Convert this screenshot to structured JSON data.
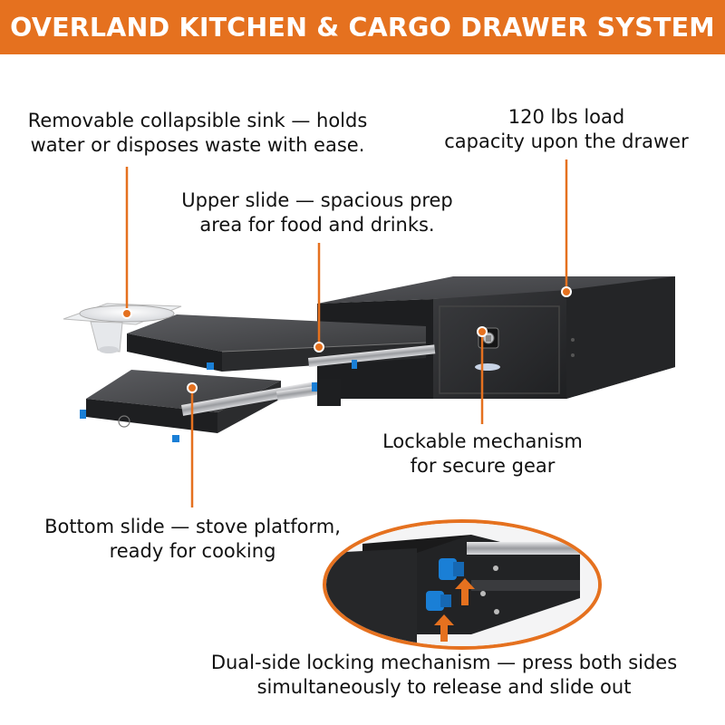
{
  "header": {
    "title": "OVERLAND KITCHEN & CARGO DRAWER SYSTEM"
  },
  "callouts": {
    "sink": {
      "line1": "Removable collapsible sink — holds",
      "line2": "water or disposes waste with ease."
    },
    "load": {
      "line1": "120 lbs load",
      "line2": "capacity upon the drawer"
    },
    "upper_slide": {
      "line1": "Upper slide — spacious prep",
      "line2": "area for food and drinks."
    },
    "lock": {
      "line1": "Lockable mechanism",
      "line2": "for secure gear"
    },
    "bottom_slide": {
      "line1": "Bottom slide — stove platform,",
      "line2": "ready for cooking"
    },
    "dual_lock": {
      "line1": "Dual-side locking mechanism — press both sides",
      "line2": "simultaneously to release and slide out"
    }
  },
  "colors": {
    "accent": "#e5711f",
    "drawer_body": "#2b2c2e",
    "slide_top": "#4a4b4e",
    "lock_blue": "#1a7fd6"
  },
  "icons": {
    "callout_dot": "orange-dot",
    "callout_arrow": "orange-up-arrow"
  }
}
